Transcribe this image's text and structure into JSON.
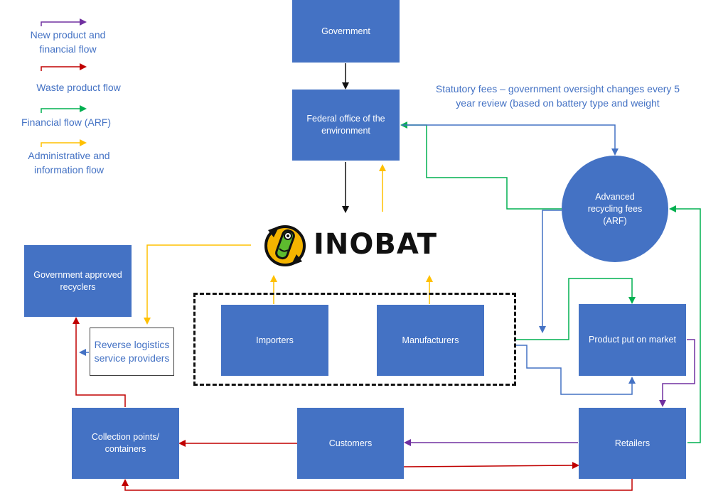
{
  "legend": [
    {
      "label": "New product and financial flow",
      "color": "#7030a0"
    },
    {
      "label": "Waste product flow",
      "color": "#c00000"
    },
    {
      "label": "Financial flow (ARF)",
      "color": "#00b050"
    },
    {
      "label": "Administrative and information flow",
      "color": "#ffc000"
    }
  ],
  "nodes": {
    "government": "Government",
    "federal_office": "Federal office of the environment",
    "arf": "Advanced recycling fees (ARF)",
    "recyclers": "Government approved recyclers",
    "rlsp": "Reverse logistics service providers",
    "importers": "Importers",
    "manufacturers": "Manufacturers",
    "product_market": "Product put on market",
    "collection": "Collection points/ containers",
    "customers": "Customers",
    "retailers": "Retailers"
  },
  "statutory_note": "Statutory fees – government oversight changes every 5 year review (based on battery type and weight",
  "logo": {
    "text": "INOBAT",
    "icon_name": "battery-recycle-logo-icon"
  },
  "colors": {
    "box": "#4472c4",
    "purple": "#7030a0",
    "red": "#c00000",
    "green": "#00b050",
    "yellow": "#ffc000",
    "blue": "#4472c4",
    "black": "#111111"
  }
}
